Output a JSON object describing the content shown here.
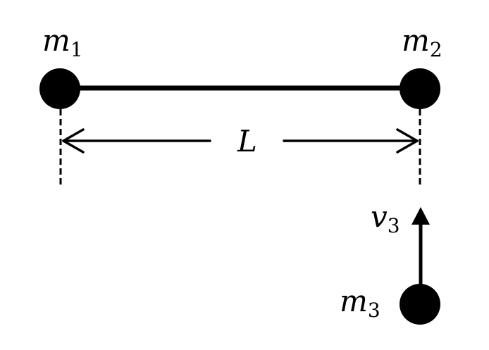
{
  "colors": {
    "ink": "#000000",
    "background": "#ffffff"
  },
  "labels": {
    "m1": {
      "base": "m",
      "sub": "1"
    },
    "m2": {
      "base": "m",
      "sub": "2"
    },
    "m3": {
      "base": "m",
      "sub": "3"
    },
    "length": {
      "base": "L"
    },
    "v3": {
      "base": "v",
      "sub": "3"
    }
  }
}
